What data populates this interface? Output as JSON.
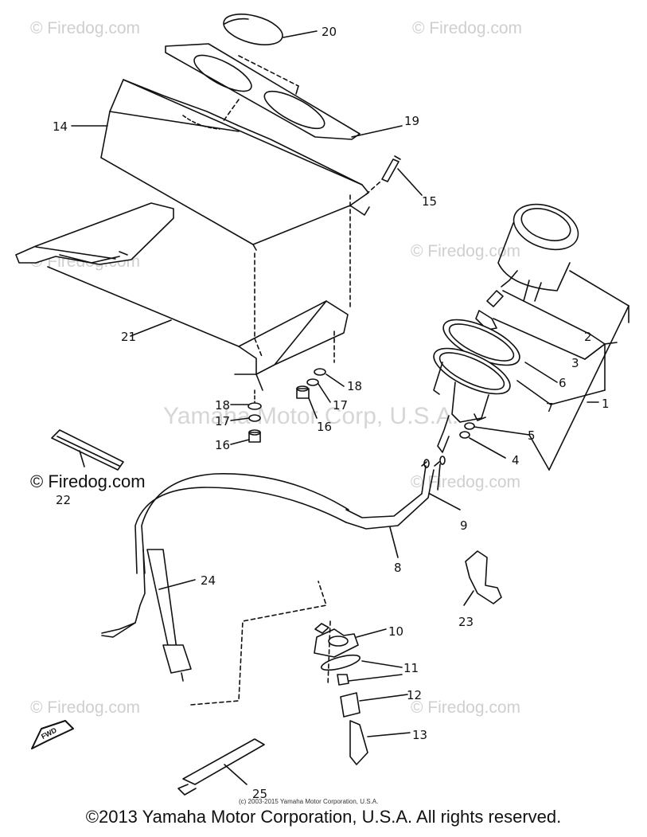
{
  "watermarks": {
    "repeat": "© Firedog.com",
    "center": "Yamaha Motor Corp, U.S.A.",
    "prominent": "© Firedog.com"
  },
  "part_numbers": [
    "20",
    "19",
    "14",
    "15",
    "21",
    "18",
    "17",
    "16",
    "2",
    "3",
    "6",
    "1",
    "7",
    "5",
    "4",
    "22",
    "9",
    "8",
    "24",
    "10",
    "11",
    "12",
    "13",
    "23",
    "25"
  ],
  "fwd_label": "FWD",
  "fine_print": "(c) 2003-2015 Yamaha Motor Corporation, U.S.A.",
  "copyright": "©2013 Yamaha Motor Corporation, U.S.A. All rights reserved.",
  "colors": {
    "line": "#111111",
    "watermark": "#cfcfcf",
    "background": "#ffffff"
  }
}
